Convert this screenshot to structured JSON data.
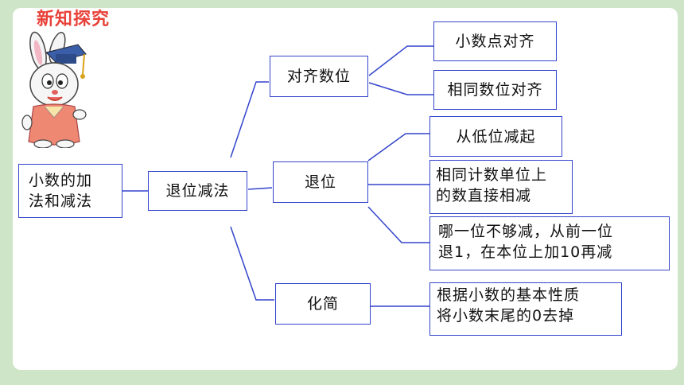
{
  "section_title": "新知探究",
  "root": "小数的加\n法和减法",
  "hub": "退位减法",
  "branches": {
    "align": {
      "label": "对齐数位",
      "details": [
        "小数点对齐",
        "相同数位对齐"
      ]
    },
    "borrow": {
      "label": "退位",
      "details": [
        "从低位减起",
        "相同计数单位上\n的数直接相减",
        "哪一位不够减，从前一位\n退1，在本位上加10再减"
      ]
    },
    "simplify": {
      "label": "化简",
      "details": [
        "根据小数的基本性质\n将小数末尾的0去掉"
      ]
    }
  },
  "colors": {
    "background": "#cfe5c7",
    "card": "#ffffff",
    "box_border": "#3344cc",
    "connector": "#3344cc",
    "title": "#e8423a"
  },
  "icons": [
    "bunny-graduate-mascot-icon"
  ]
}
